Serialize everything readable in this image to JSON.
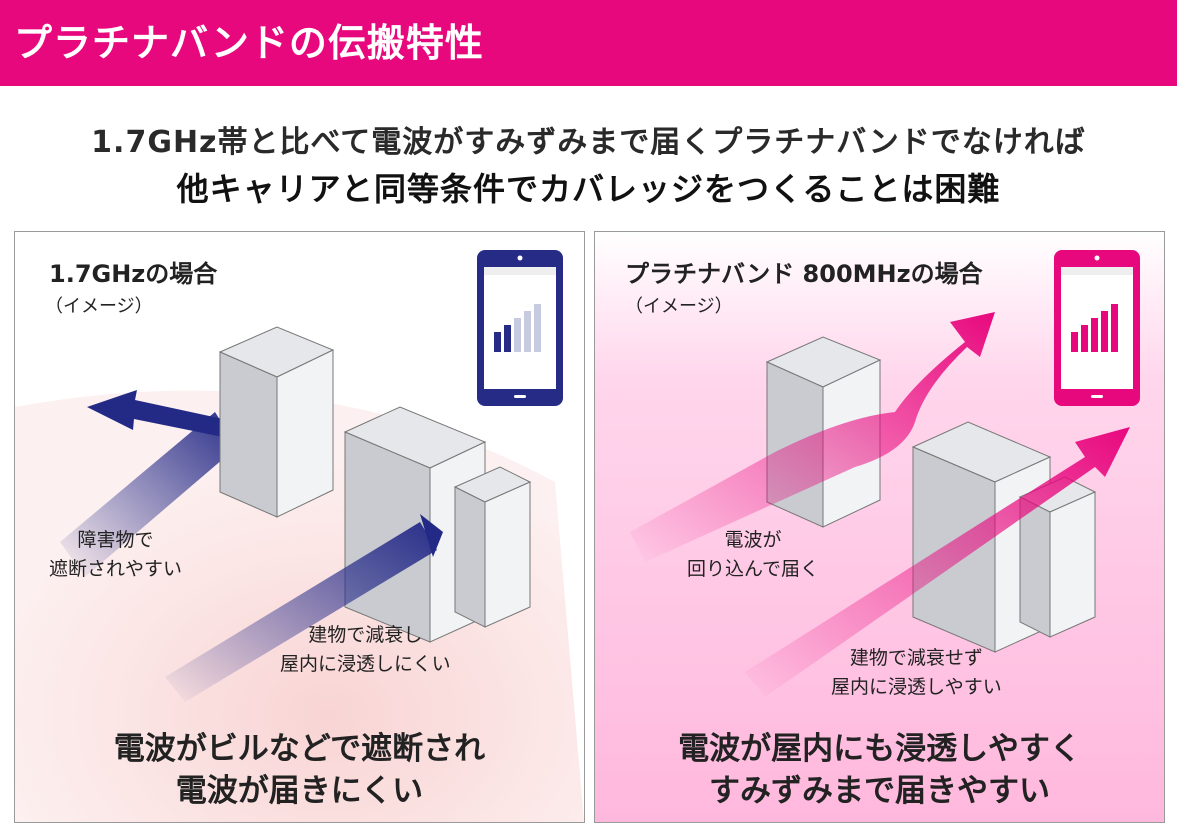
{
  "title": "プラチナバンドの伝搬特性",
  "headline": {
    "line1": "1.7GHz帯と比べて電波がすみずみまで届くプラチナバンドでなければ",
    "line2": "他キャリアと同等条件でカバレッジをつくることは困難"
  },
  "left_panel": {
    "title": "1.7GHzの場合",
    "subtitle": "（イメージ）",
    "label_blocked_line1": "障害物で",
    "label_blocked_line2": "遮断されやすい",
    "label_indoor_line1": "建物で減衰し",
    "label_indoor_line2": "屋内に浸透しにくい",
    "conclusion_line1": "電波がビルなどで遮断され",
    "conclusion_line2": "電波が届きにくい",
    "signal_bars_active": 2,
    "signal_bars_total": 5
  },
  "right_panel": {
    "title": "プラチナバンド 800MHzの場合",
    "subtitle": "（イメージ）",
    "label_wrap_line1": "電波が",
    "label_wrap_line2": "回り込んで届く",
    "label_indoor_line1": "建物で減衰せず",
    "label_indoor_line2": "屋内に浸透しやすい",
    "conclusion_line1": "電波が屋内にも浸透しやすく",
    "conclusion_line2": "すみずみまで届きやすい",
    "signal_bars_active": 5,
    "signal_bars_total": 5
  },
  "colors": {
    "brand_magenta": "#e8087e",
    "navy": "#2a2f8a",
    "pink_bg": "#ffd6ec"
  }
}
